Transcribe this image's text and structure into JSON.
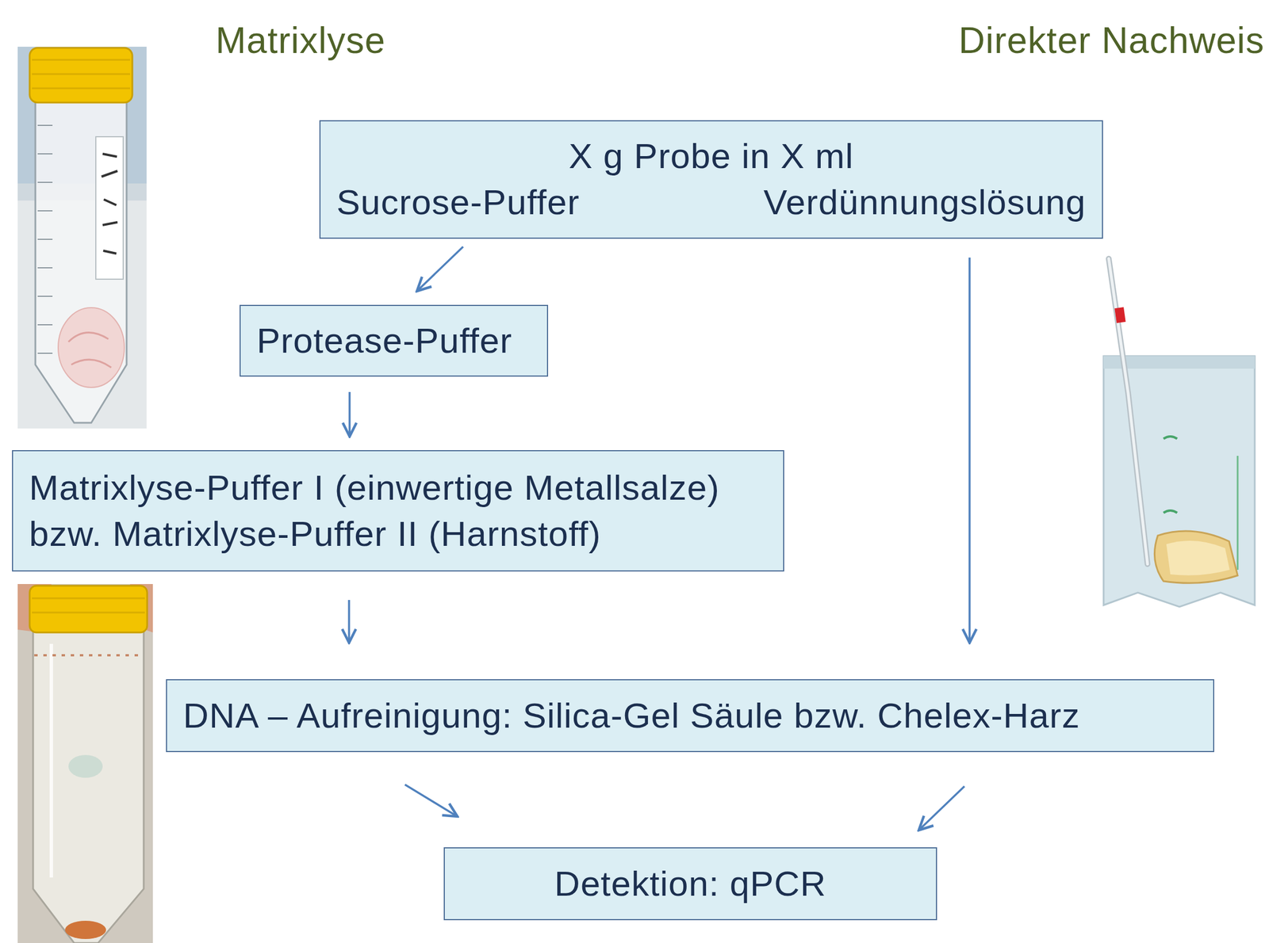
{
  "diagram": {
    "nodes": [
      {
        "text": [
          "X g Probe in X ml",
          "Sucrose-Puffer",
          "Verdünnungslösung"
        ]
      },
      {
        "text": [
          "Protease-Puffer"
        ]
      },
      {
        "text": [
          "Matrixlyse-Puffer I (einwertige Metallsalze) bzw. Matrixlyse-Puffer II (Harnstoff)"
        ]
      },
      {
        "text": [
          "DNA – Aufreinigung: Silica-Gel Säule bzw. Chelex-Harz"
        ]
      },
      {
        "text": [
          "Detektion: qPCR"
        ]
      }
    ],
    "edges": [
      {
        "from": 0,
        "to": 1,
        "arrow": "to"
      },
      {
        "from": 1,
        "to": 2,
        "arrow": "to"
      },
      {
        "from": 2,
        "to": 3,
        "arrow": "to"
      },
      {
        "from": 0,
        "to": 3,
        "arrow": "to"
      },
      {
        "from": 3,
        "to": 4,
        "arrow": "to"
      },
      {
        "from": 3,
        "to": 4,
        "arrow": "to"
      }
    ],
    "labels": [
      "Matrixlyse",
      "Direkter Nachweis"
    ]
  }
}
